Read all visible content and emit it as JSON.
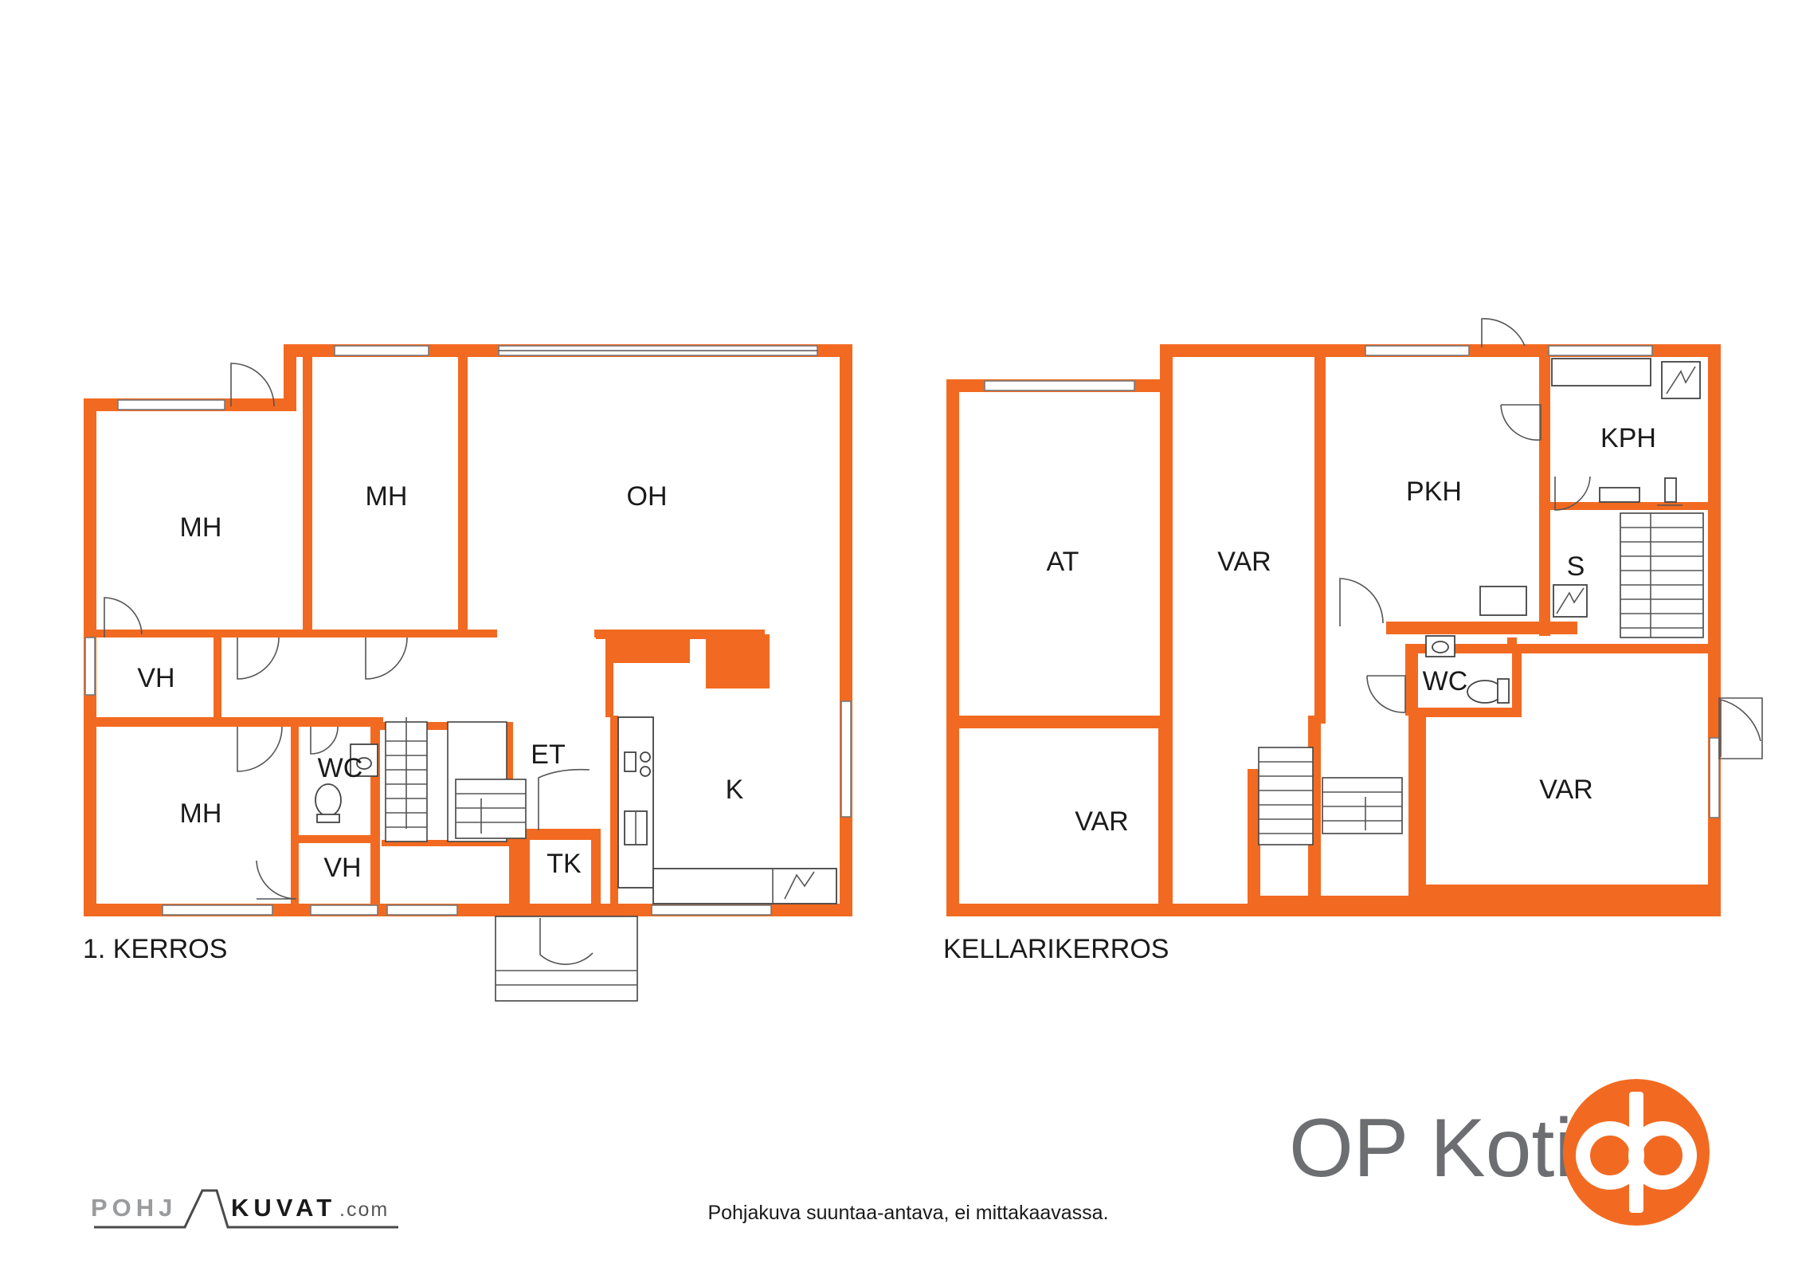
{
  "plans": {
    "first_floor": {
      "caption": "1. KERROS",
      "rooms": {
        "mh_top_left": "MH",
        "mh_top_mid": "MH",
        "oh": "OH",
        "vh_left": "VH",
        "mh_bottom_left": "MH",
        "wc": "WC",
        "vh_bottom": "VH",
        "et": "ET",
        "tk": "TK",
        "k": "K"
      }
    },
    "basement": {
      "caption": "KELLARIKERROS",
      "rooms": {
        "at": "AT",
        "var_tall": "VAR",
        "pkh": "PKH",
        "kph": "KPH",
        "s": "S",
        "var_bottom_left": "VAR",
        "wc": "WC",
        "var_right": "VAR"
      }
    }
  },
  "branding": {
    "op_koti": "OP Koti",
    "pohjakuvat_left": "POHJ",
    "pohjakuvat_right": "KUVAT",
    "pohjakuvat_suffix": ".com"
  },
  "disclaimer": "Pohjakuva suuntaa-antava, ei mittakaavassa.",
  "colors": {
    "wall": "#f26a21",
    "brand_grey": "#6d6e71",
    "op_orange": "#f26a21"
  },
  "icons": {
    "op_logo": "op-logo-icon",
    "pohjakuvat_logo": "pohjakuvat-logo-icon"
  }
}
